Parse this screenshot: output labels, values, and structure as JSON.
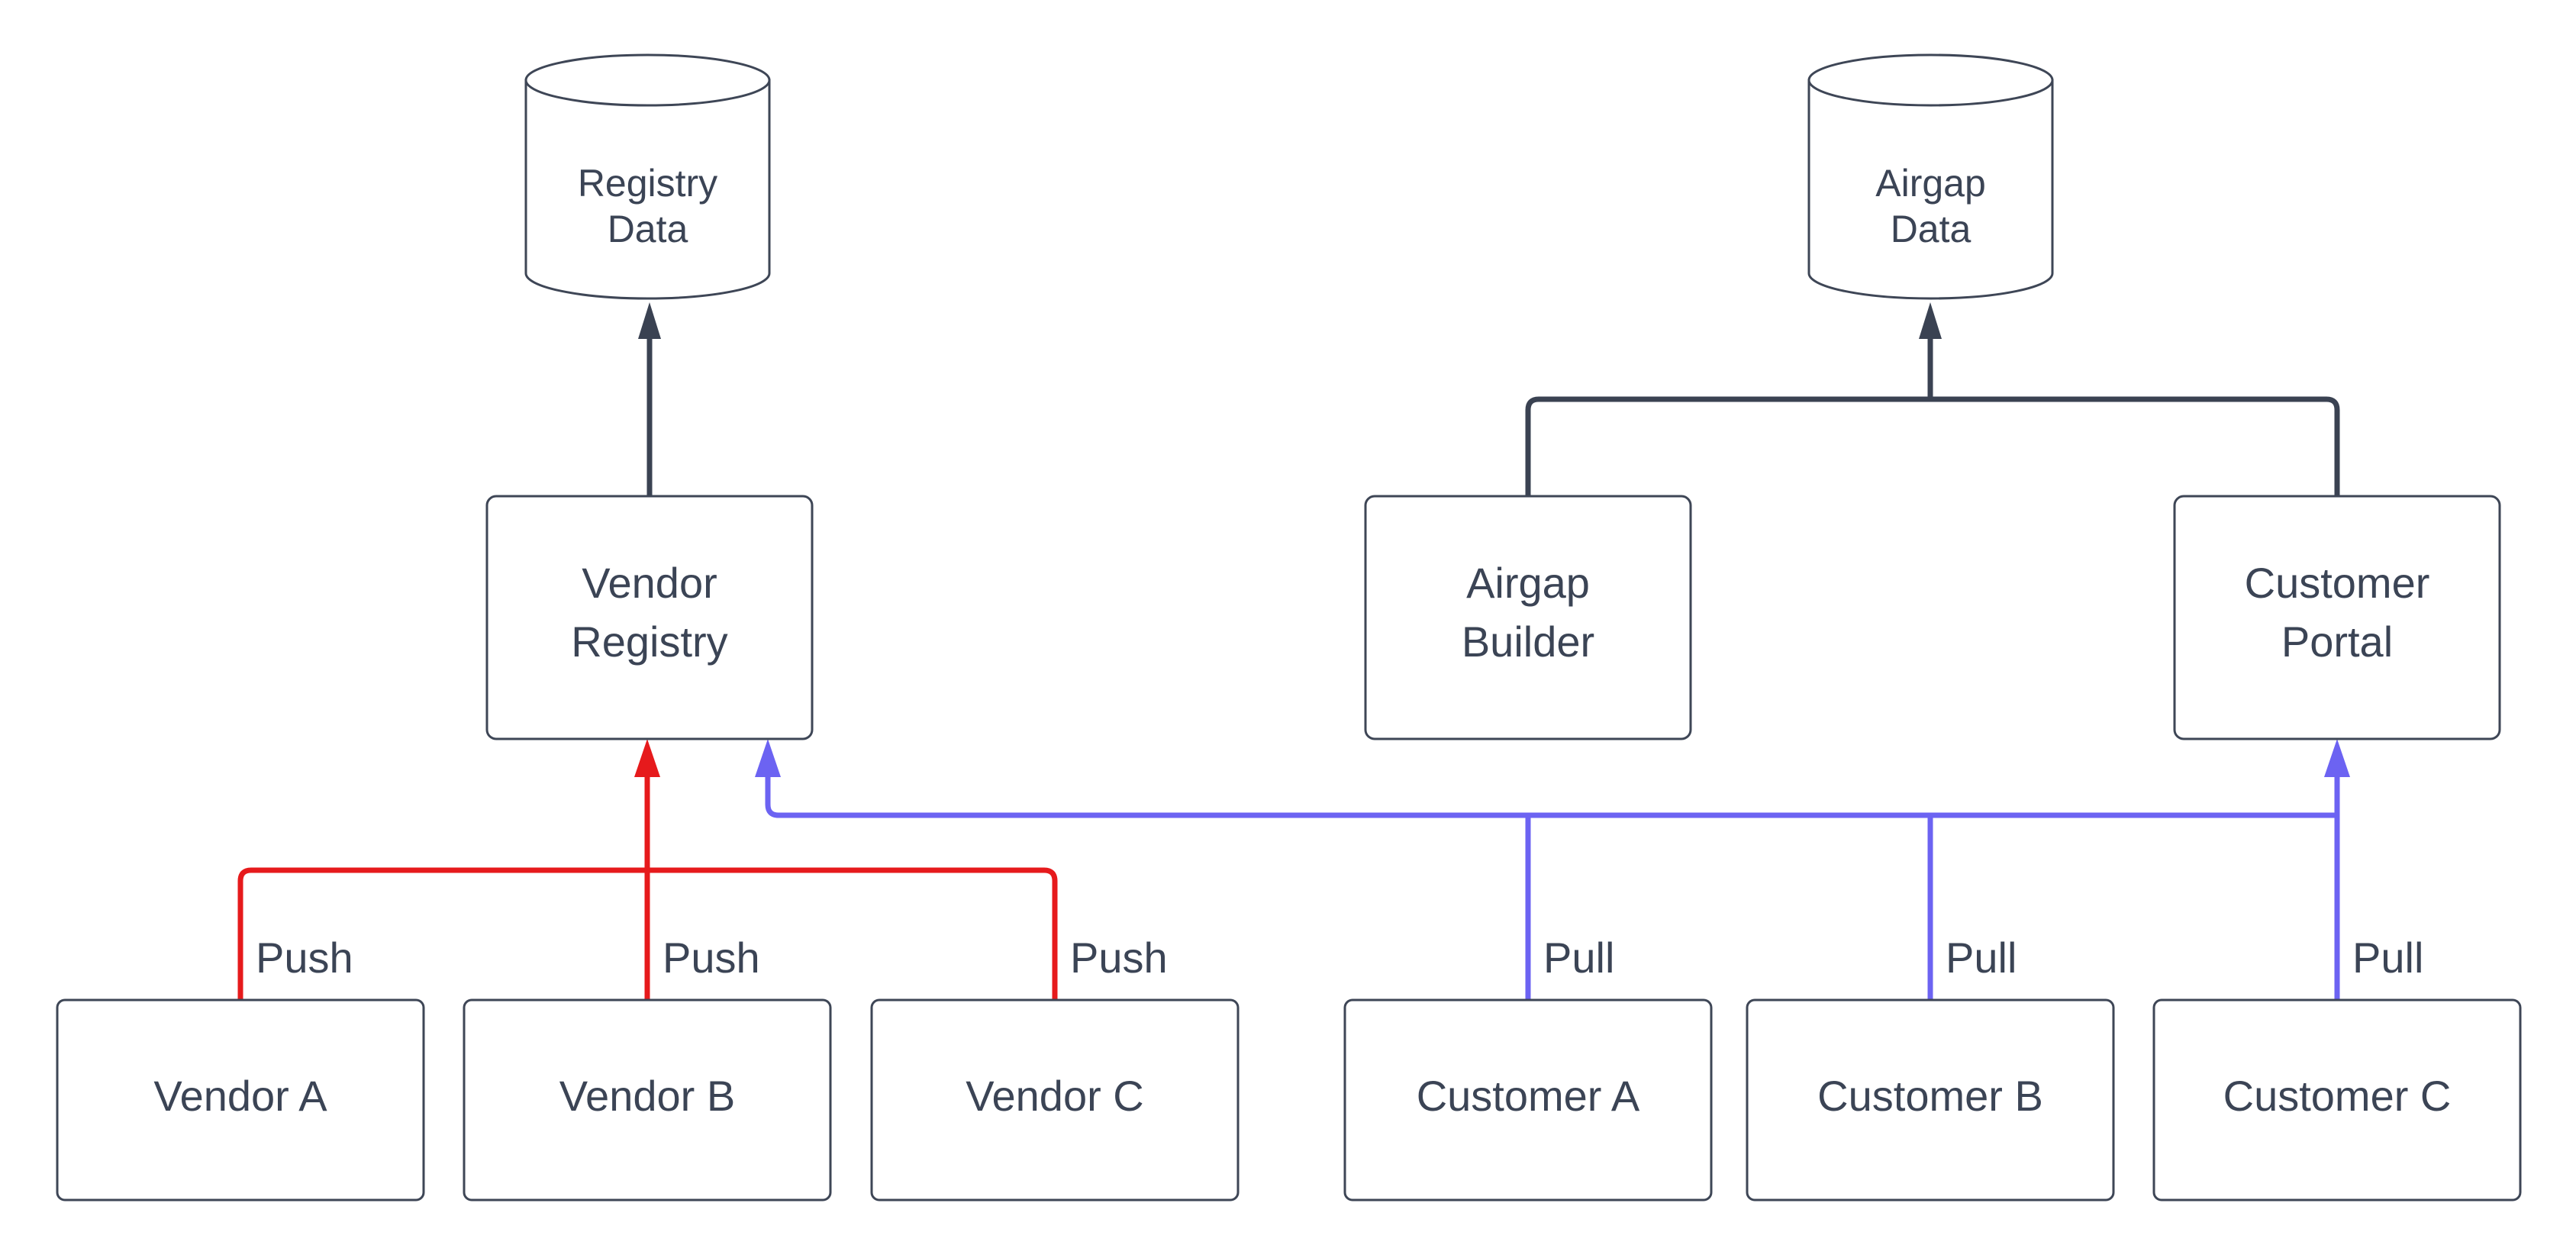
{
  "diagram": {
    "colors": {
      "dark": "#3a4252",
      "red": "#e61a1c",
      "blue": "#6c63f2",
      "text": "#3b4455",
      "node_border": "#3e4656",
      "node_fill": "#ffffff",
      "background": "#ffffff"
    },
    "nodes": {
      "registry_data": {
        "shape": "cylinder",
        "line1": "Registry",
        "line2": "Data"
      },
      "airgap_data": {
        "shape": "cylinder",
        "line1": "Airgap",
        "line2": "Data"
      },
      "vendor_registry": {
        "shape": "rect",
        "line1": "Vendor",
        "line2": "Registry"
      },
      "airgap_builder": {
        "shape": "rect",
        "line1": "Airgap",
        "line2": "Builder"
      },
      "customer_portal": {
        "shape": "rect",
        "line1": "Customer",
        "line2": "Portal"
      },
      "vendor_a": {
        "shape": "rect",
        "label": "Vendor A"
      },
      "vendor_b": {
        "shape": "rect",
        "label": "Vendor B"
      },
      "vendor_c": {
        "shape": "rect",
        "label": "Vendor C"
      },
      "customer_a": {
        "shape": "rect",
        "label": "Customer A"
      },
      "customer_b": {
        "shape": "rect",
        "label": "Customer B"
      },
      "customer_c": {
        "shape": "rect",
        "label": "Customer C"
      }
    },
    "edge_labels": {
      "push": "Push",
      "pull": "Pull"
    }
  }
}
